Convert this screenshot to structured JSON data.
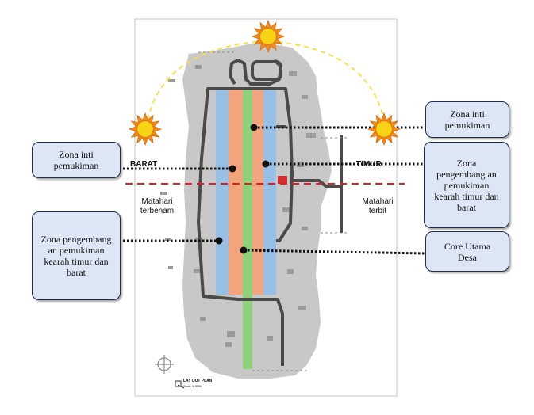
{
  "callouts": {
    "left_top": "Zona inti pemukiman",
    "left_bottom": "Zona pengembang an pemukiman kearah timur dan barat",
    "right_top": "Zona inti pemukiman",
    "right_middle": "Zona pengembang an pemukiman kearah timur dan barat",
    "right_bottom": "Core Utama Desa"
  },
  "labels": {
    "west": "BARAT",
    "east": "TIMUR",
    "sunset": "Matahari terbenam",
    "sunrise": "Matahari terbit"
  },
  "plan": {
    "title": "LAY OUT PLAN",
    "scale": "Scale 1:3000"
  },
  "colors": {
    "core_band": "#8fd07a",
    "core_zone": "#f2a57c",
    "development_zone": "#98bfe6",
    "sun": "#f7d414",
    "sun_path": "#f5e14a",
    "boundary_line": "#e02020",
    "road": "#4a4a4a",
    "land": "#c8c8c8",
    "callout_fill": "#dce6f4"
  },
  "icons": [
    "sun-icon",
    "sun-icon",
    "sun-icon",
    "compass-icon"
  ]
}
